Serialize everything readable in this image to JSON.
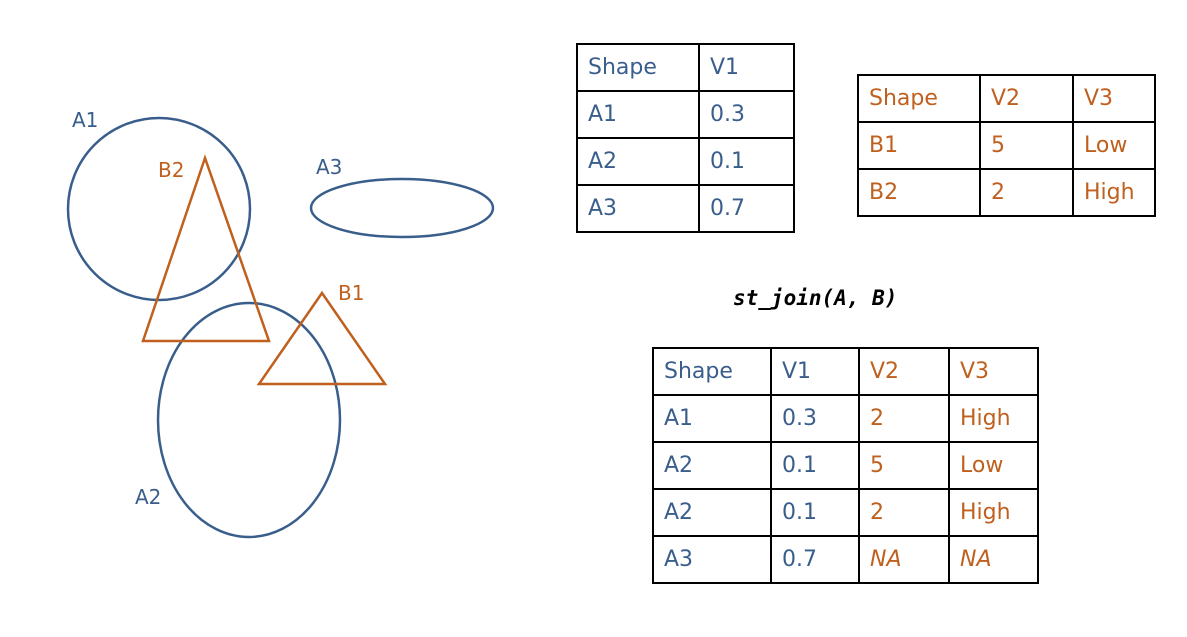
{
  "colors": {
    "a": "#3a5e8c",
    "b": "#c0601e",
    "border": "#000000"
  },
  "shapes": {
    "a1": "A1",
    "a2": "A2",
    "a3": "A3",
    "b1": "B1",
    "b2": "B2"
  },
  "table_a": {
    "headers": [
      "Shape",
      "V1"
    ],
    "rows": [
      [
        "A1",
        "0.3"
      ],
      [
        "A2",
        "0.1"
      ],
      [
        "A3",
        "0.7"
      ]
    ]
  },
  "table_b": {
    "headers": [
      "Shape",
      "V2",
      "V3"
    ],
    "rows": [
      [
        "B1",
        "5",
        "Low"
      ],
      [
        "B2",
        "2",
        "High"
      ]
    ]
  },
  "function_label": "st_join(A, B)",
  "table_join": {
    "headers": [
      "Shape",
      "V1",
      "V2",
      "V3"
    ],
    "rows": [
      [
        "A1",
        "0.3",
        "2",
        "High"
      ],
      [
        "A2",
        "0.1",
        "5",
        "Low"
      ],
      [
        "A2",
        "0.1",
        "2",
        "High"
      ],
      [
        "A3",
        "0.7",
        "NA",
        "NA"
      ]
    ]
  }
}
